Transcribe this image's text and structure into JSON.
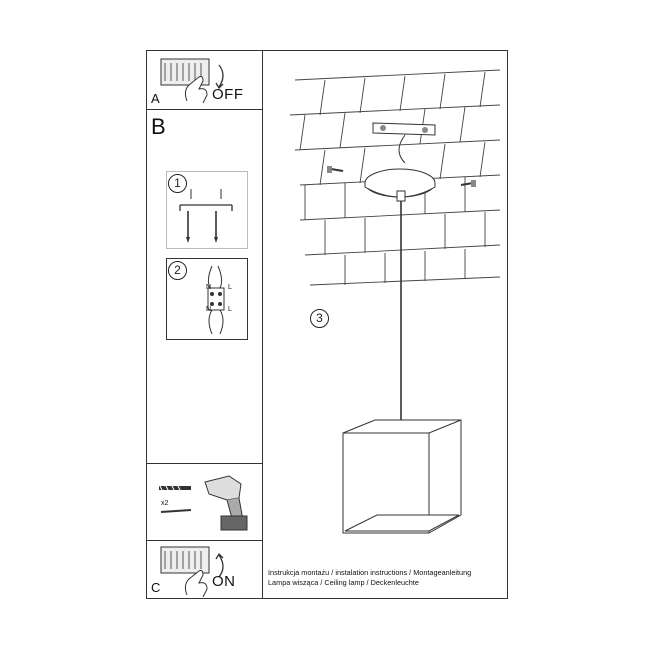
{
  "steps": {
    "a": {
      "letter": "A",
      "word": "OFF"
    },
    "b": {
      "letter": "B",
      "sub_steps": [
        "1",
        "2",
        "3"
      ]
    },
    "c": {
      "letter": "C",
      "word": "ON"
    },
    "tools": {
      "quantity": "x2"
    }
  },
  "wiring": {
    "left": "N",
    "right": "L"
  },
  "captions": {
    "line1": "Instrukcja montażu / instalation instructions / Montageanleitung",
    "line2": "Lampa wisząca / Ceiling lamp / Deckenleuchte"
  },
  "colors": {
    "line": "#333333",
    "fill": "#ffffff",
    "shade": "#cccccc"
  },
  "icons": [
    "switch-panel-icon",
    "hand-icon",
    "rotate-arrow-icon",
    "screw-icon",
    "drill-icon",
    "ceiling-illustration",
    "pendant-lamp-illustration"
  ]
}
